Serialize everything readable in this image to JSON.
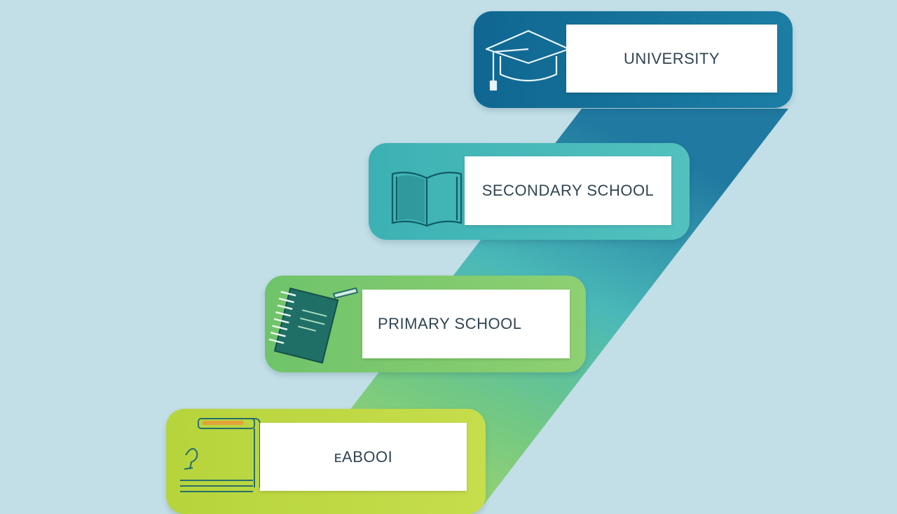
{
  "diagram": {
    "steps": [
      {
        "label": "UNIVERSITY",
        "icon": "graduation-cap-icon",
        "color": "#136f95"
      },
      {
        "label": "SECONDARY SCHOOL",
        "icon": "open-book-icon",
        "color": "#42b8b9"
      },
      {
        "label": "PRIMARY SCHOOL",
        "icon": "notebook-pencil-icon",
        "color": "#7fc868"
      },
      {
        "label": "ᴇABOOI",
        "icon": "books-stack-icon",
        "color": "#b9d63e"
      }
    ],
    "background": "#c2dee6"
  }
}
